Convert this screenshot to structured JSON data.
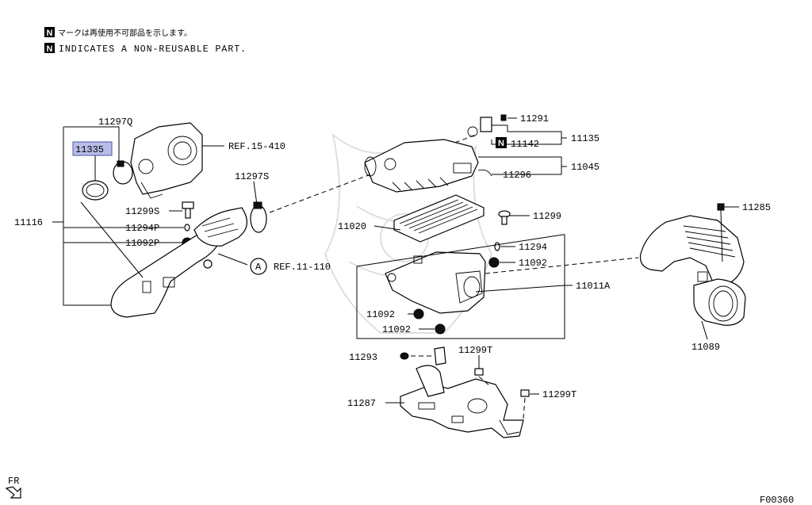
{
  "legend": {
    "badge": "N",
    "note_ja": "マークは再使用不可部品を示します。",
    "note_en": "INDICATES A NON-REUSABLE PART."
  },
  "labels": {
    "p11297Q": "11297Q",
    "p11335": "11335",
    "ref15": "REF.15-410",
    "p11116": "11116",
    "p11299S": "11299S",
    "p11294P": "11294P",
    "p11092P": "11092P",
    "p11297S": "11297S",
    "refA_circle": "A",
    "ref11": "REF.11-110",
    "p11291": "11291",
    "p11142": "11142",
    "p11135": "11135",
    "p11045": "11045",
    "p11296": "11296",
    "p11299": "11299",
    "p11020": "11020",
    "p11294": "11294",
    "p11092a": "11092",
    "p11011A": "11011A",
    "p11092b": "11092",
    "p11092c": "11092",
    "p11285": "11285",
    "p11089": "11089",
    "p11293": "11293",
    "p11299T_a": "11299T",
    "p11299T_b": "11299T",
    "p11287": "11287",
    "fr": "FR",
    "fig_code": "F00360"
  },
  "colors": {
    "highlight_fill": "#b8bde6",
    "highlight_stroke": "#4a52a8"
  }
}
